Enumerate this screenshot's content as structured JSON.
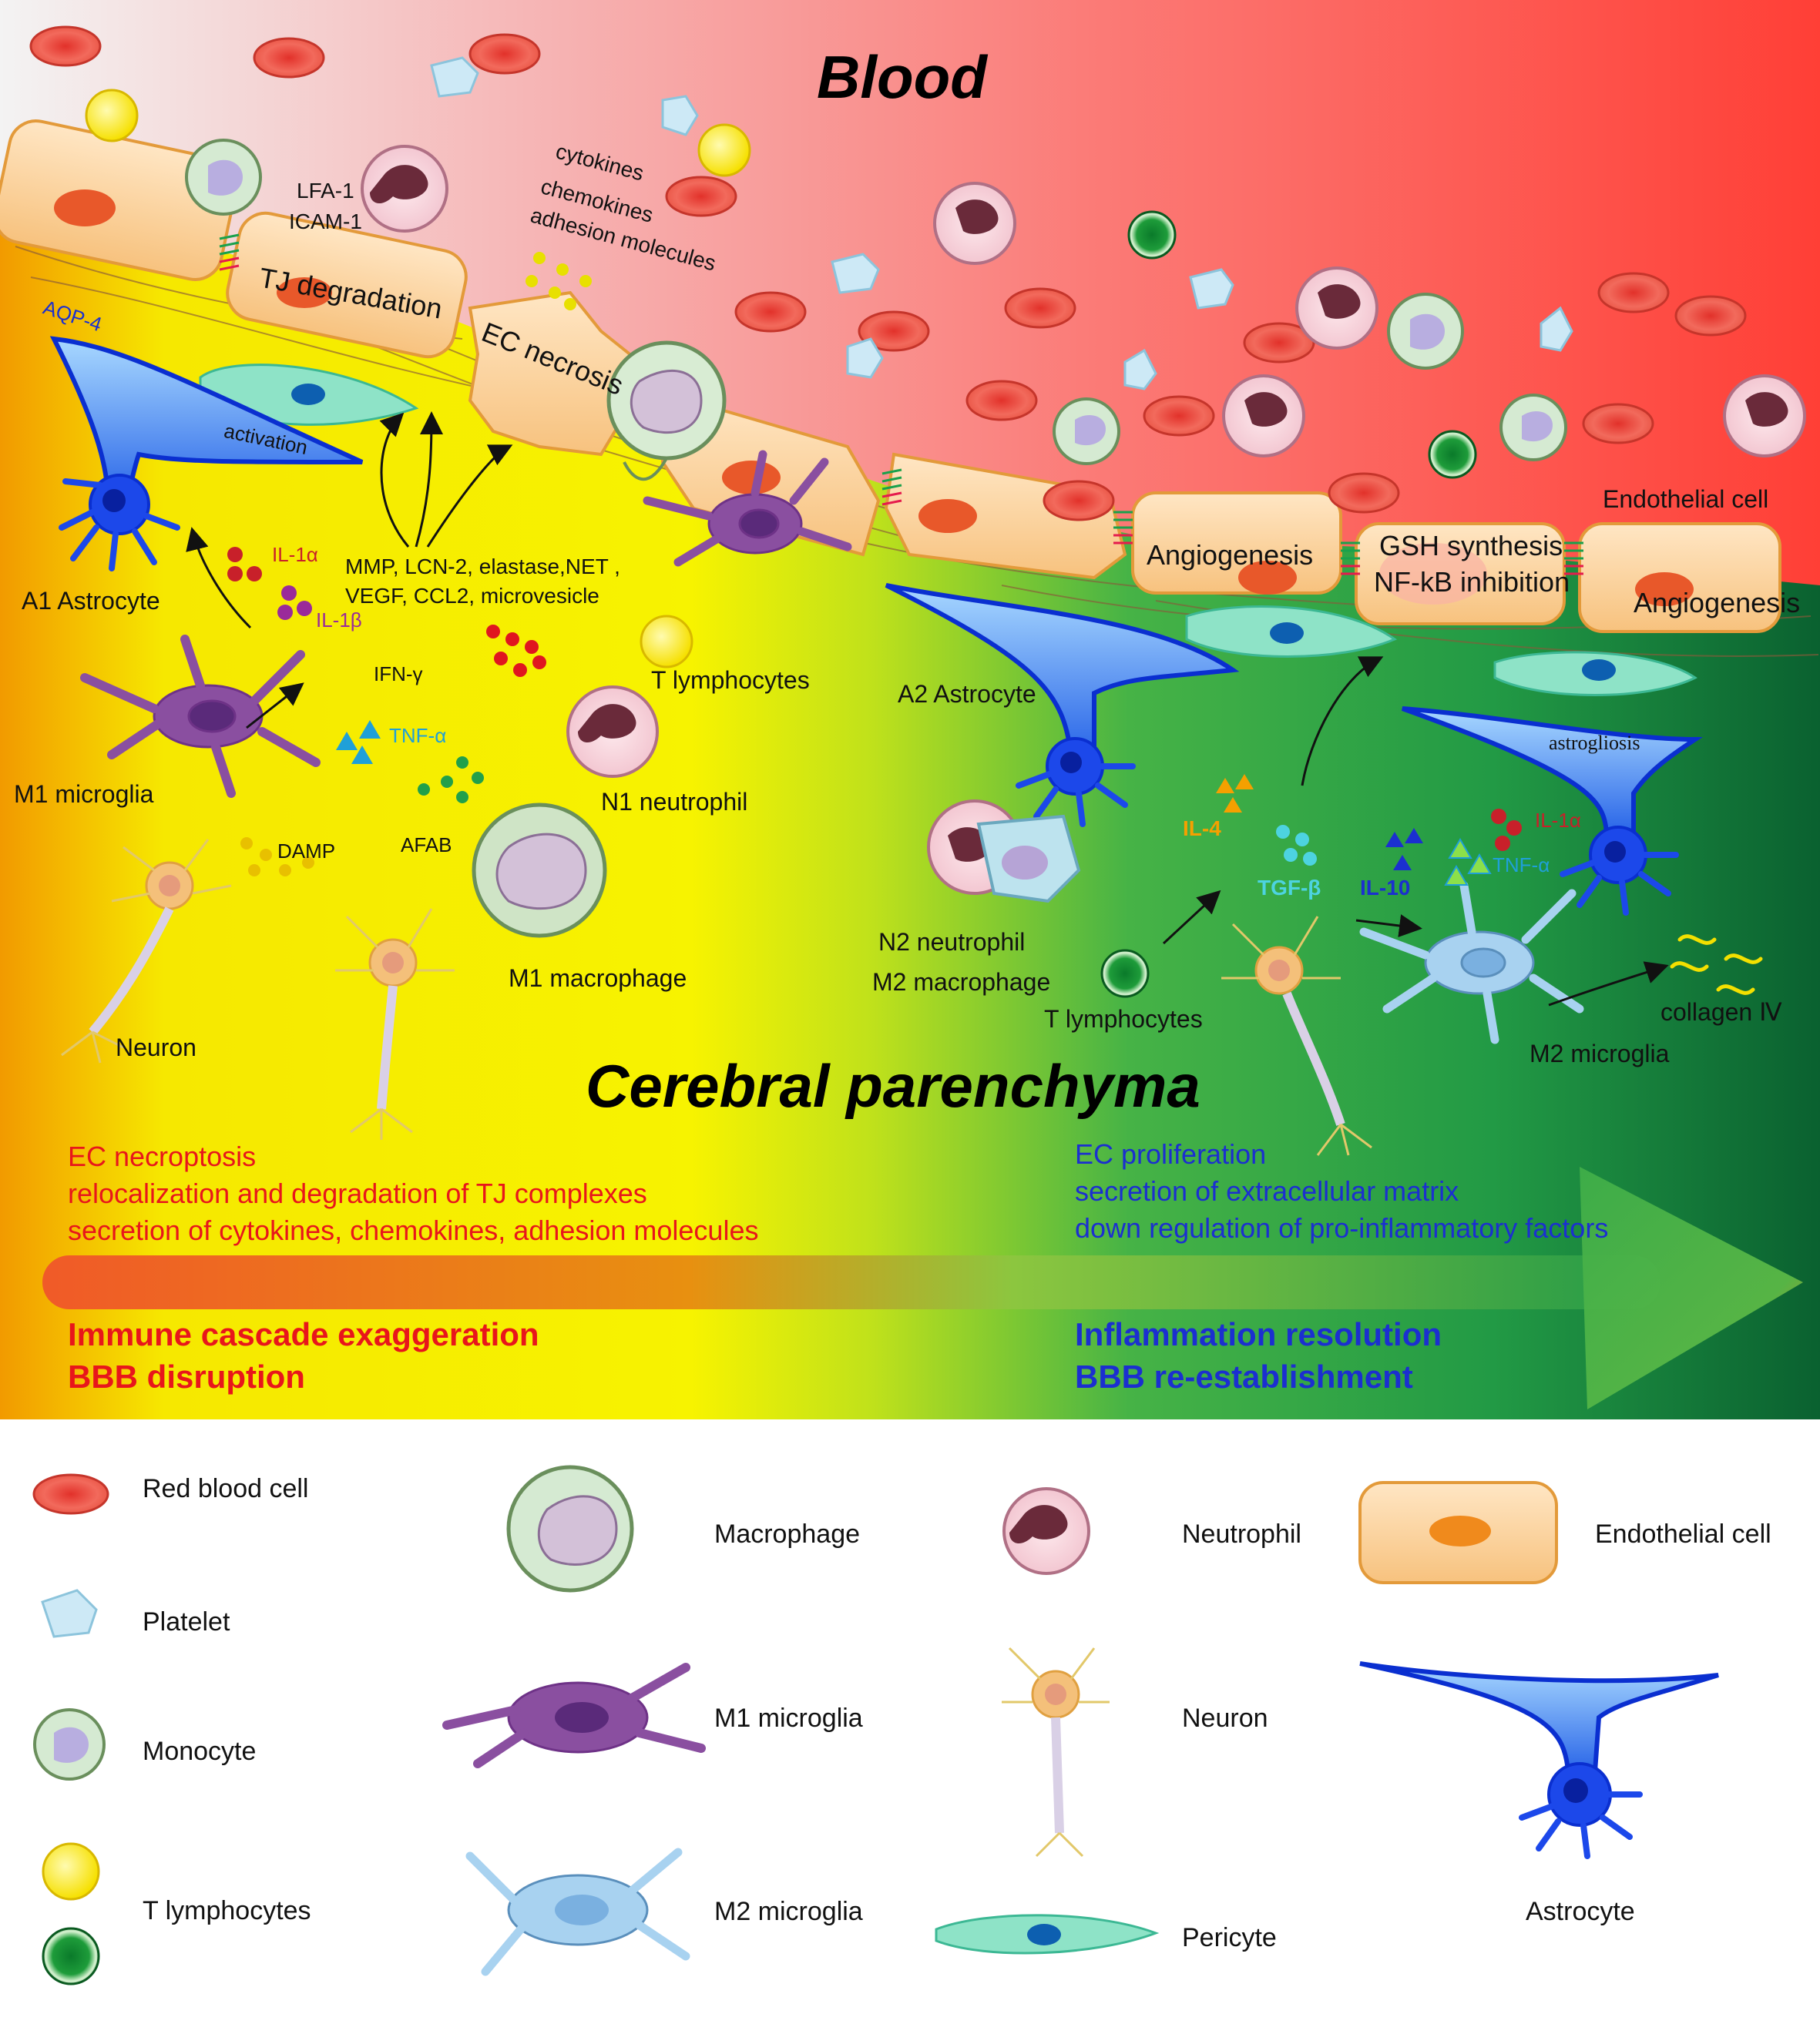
{
  "regions": {
    "blood": "Blood",
    "parenchyma": "Cerebral parenchyma"
  },
  "colors": {
    "gradient_left": "#f5a000",
    "gradient_yellow": "#f6ee00",
    "gradient_green": "#2ea84a",
    "gradient_darkgreen": "#0b6a35",
    "blood_top_left": "#f2f2f2",
    "blood_top_right": "#ff3b33",
    "red_text": "#e8161b",
    "blue_text": "#1b2fd0"
  },
  "labels": {
    "lfa1": "LFA-1",
    "icam1": "ICAM-1",
    "cytokines": "cytokines",
    "chemokines": "chemokines",
    "adhesion": "adhesion molecules",
    "tj_degradation": "TJ degradation",
    "ec_necrosis": "EC necrosis",
    "aqp4": "AQP-4",
    "activation": "activation",
    "a1_astrocyte": "A1 Astrocyte",
    "il1a_left": "IL-1α",
    "il1b": "IL-1β",
    "ifng": "IFN-γ",
    "tnfa_left": "TNF-α",
    "mmp_line1": "MMP, LCN-2, elastase,NET ,",
    "mmp_line2": "VEGF, CCL2, microvesicle",
    "t_lymph_left": "T lymphocytes",
    "m1_microglia": "M1 microglia",
    "n1_neutrophil": "N1 neutrophil",
    "damp": "DAMP",
    "afab": "AFAB",
    "m1_macrophage": "M1 macrophage",
    "neuron": "Neuron",
    "endothelial_cell": "Endothelial cell",
    "angiogenesis_1": "Angiogenesis",
    "gsh": "GSH synthesis",
    "nfkb": "NF-kB inhibition",
    "angiogenesis_2": "Angiogenesis",
    "a2_astrocyte": "A2 Astrocyte",
    "astrogliosis": "astrogliosis",
    "il4": "IL-4",
    "tgfb": "TGF-β",
    "il10": "IL-10",
    "il1a_right": "IL-1α",
    "tnfa_right": "TNF-α",
    "n2_neutrophil": "N2 neutrophil",
    "m2_macrophage": "M2 macrophage",
    "t_lymph_right": "T lymphocytes",
    "collagen": "collagen Ⅳ",
    "m2_microglia": "M2 microglia"
  },
  "summary_left": [
    "EC necroptosis",
    "relocalization and degradation of TJ complexes",
    "secretion of cytokines, chemokines, adhesion molecules"
  ],
  "summary_right": [
    "EC proliferation",
    "secretion of extracellular matrix",
    "down regulation of pro-inflammatory factors"
  ],
  "outcome_left": [
    "Immune cascade exaggeration",
    "BBB disruption"
  ],
  "outcome_right": [
    "Inflammation resolution",
    "BBB re-establishment"
  ],
  "legend": {
    "red_blood_cell": "Red blood cell",
    "platelet": "Platelet",
    "monocyte": "Monocyte",
    "t_lymphocytes": "T lymphocytes",
    "macrophage": "Macrophage",
    "m1_microglia": "M1 microglia",
    "m2_microglia": "M2 microglia",
    "neutrophil": "Neutrophil",
    "neuron": "Neuron",
    "pericyte": "Pericyte",
    "endothelial_cell": "Endothelial cell",
    "astrocyte": "Astrocyte"
  }
}
